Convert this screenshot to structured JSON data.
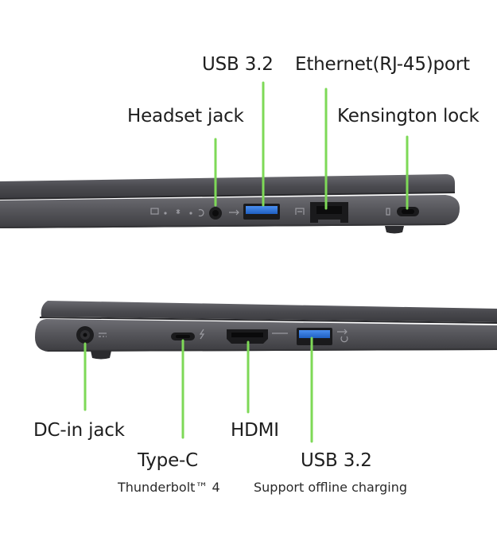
{
  "colors": {
    "callout_line": "#7ed957",
    "chassis_dark": "#3e3e42",
    "chassis_mid": "#58585d",
    "usb_port_blue": "#2a6fd6",
    "label_text": "#1e1e1e"
  },
  "right_side": {
    "ports": [
      {
        "label": "Headset jack"
      },
      {
        "label": "USB 3.2"
      },
      {
        "label": "Ethernet(RJ-45)port"
      },
      {
        "label": "Kensington lock"
      }
    ]
  },
  "left_side": {
    "ports": [
      {
        "label": "DC-in jack"
      },
      {
        "label": "Type-C",
        "sublabel": "Thunderbolt™ 4"
      },
      {
        "label": "HDMI"
      },
      {
        "label": "USB 3.2",
        "sublabel": "Support offline charging"
      }
    ]
  }
}
